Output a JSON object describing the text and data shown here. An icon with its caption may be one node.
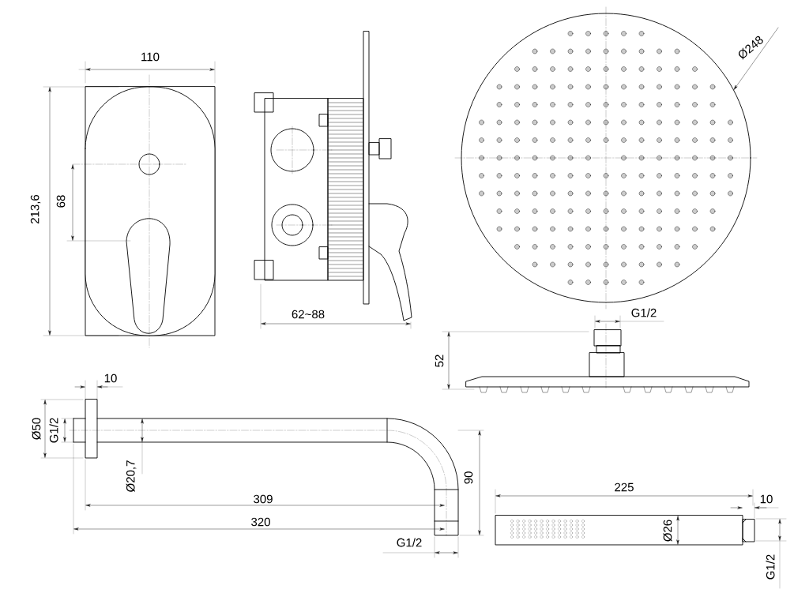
{
  "diagram": {
    "labels": [
      "110",
      "213,6",
      "68",
      "62~88",
      "Ø248",
      "G1/2",
      "52",
      "10",
      "Ø50",
      "G1/2",
      "Ø20,7",
      "309",
      "90",
      "320",
      "G1/2",
      "225",
      "10",
      "Ø26",
      "G1/2"
    ]
  }
}
